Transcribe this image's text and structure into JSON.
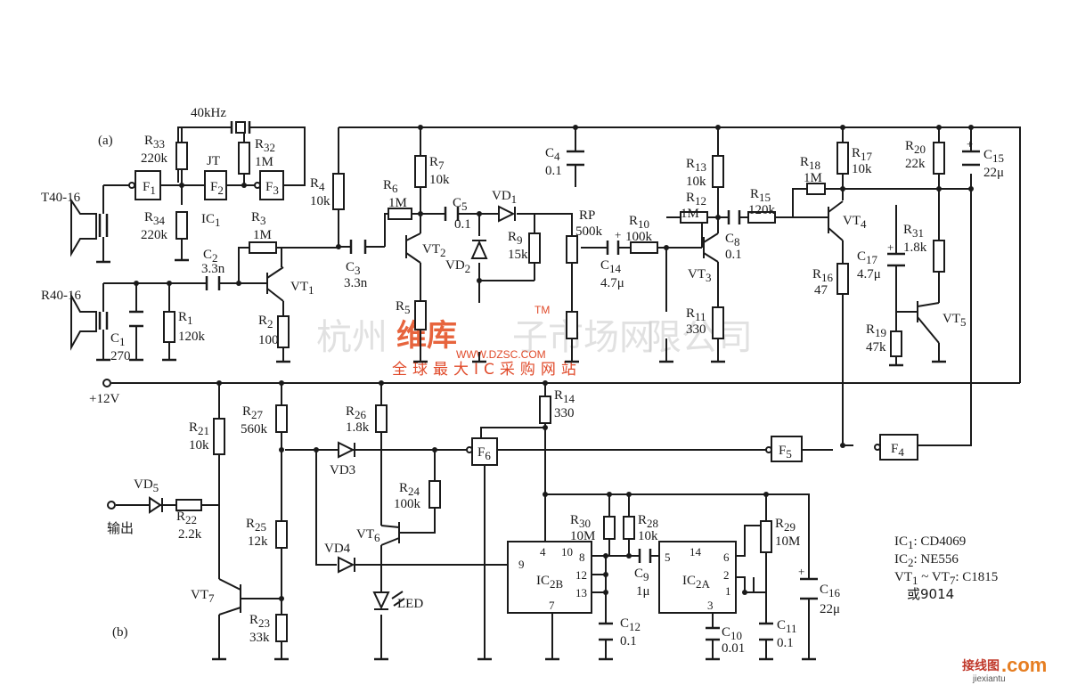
{
  "figure": {
    "part_a": "(a)",
    "part_b": "(b)",
    "supply": "+12V",
    "output": "输出"
  },
  "components": {
    "T40": "T40-16",
    "R40": "R40-16",
    "crystal": {
      "name": "JT",
      "freq": "40kHz"
    },
    "F1": "F",
    "F1s": "1",
    "F2": "F",
    "F2s": "2",
    "F3": "F",
    "F3s": "3",
    "F4": "F",
    "F4s": "4",
    "F5": "F",
    "F5s": "5",
    "F6": "F",
    "F6s": "6",
    "IC1": "IC",
    "IC1s": "1",
    "R33": {
      "name": "R",
      "sub": "33",
      "value": "220k"
    },
    "R34": {
      "name": "R",
      "sub": "34",
      "value": "220k"
    },
    "R32": {
      "name": "R",
      "sub": "32",
      "value": "1M"
    },
    "R1": {
      "name": "R",
      "sub": "1",
      "value": "120k"
    },
    "C1": {
      "name": "C",
      "sub": "1",
      "value": "270"
    },
    "C2": {
      "name": "C",
      "sub": "2",
      "value": "3.3n"
    },
    "R3": {
      "name": "R",
      "sub": "3",
      "value": "1M"
    },
    "R2": {
      "name": "R",
      "sub": "2",
      "value": "100"
    },
    "VT1": {
      "name": "VT",
      "sub": "1"
    },
    "R4": {
      "name": "R",
      "sub": "4",
      "value": "10k"
    },
    "C3": {
      "name": "C",
      "sub": "3",
      "value": "3.3n"
    },
    "R6": {
      "name": "R",
      "sub": "6",
      "value": "1M"
    },
    "R7": {
      "name": "R",
      "sub": "7",
      "value": "10k"
    },
    "VT2": {
      "name": "VT",
      "sub": "2"
    },
    "R5": {
      "name": "R",
      "sub": "5"
    },
    "C5": {
      "name": "C",
      "sub": "5",
      "value": "0.1"
    },
    "VD1": {
      "name": "VD",
      "sub": "1"
    },
    "VD2": {
      "name": "VD",
      "sub": "2"
    },
    "R9": {
      "name": "R",
      "sub": "9",
      "value": "15k"
    },
    "C4": {
      "name": "C",
      "sub": "4",
      "value": "0.1"
    },
    "RP": {
      "name": "RP",
      "value": "500k"
    },
    "R10": {
      "name": "R",
      "sub": "10",
      "value": "100k"
    },
    "C14": {
      "name": "C",
      "sub": "14",
      "value": "4.7μ"
    },
    "R13": {
      "name": "R",
      "sub": "13",
      "value": "10k"
    },
    "R12": {
      "name": "R",
      "sub": "12",
      "value": "1M"
    },
    "VT3": {
      "name": "VT",
      "sub": "3"
    },
    "R11": {
      "name": "R",
      "sub": "11",
      "value": "330"
    },
    "C8": {
      "name": "C",
      "sub": "8",
      "value": "0.1"
    },
    "R15": {
      "name": "R",
      "sub": "15",
      "value": "120k"
    },
    "R18": {
      "name": "R",
      "sub": "18",
      "value": "1M"
    },
    "R17": {
      "name": "R",
      "sub": "17",
      "value": "10k"
    },
    "VT4": {
      "name": "VT",
      "sub": "4"
    },
    "R16": {
      "name": "R",
      "sub": "16",
      "value": "47"
    },
    "C17": {
      "name": "C",
      "sub": "17",
      "value": "4.7μ"
    },
    "R19": {
      "name": "R",
      "sub": "19",
      "value": "47k"
    },
    "R20": {
      "name": "R",
      "sub": "20",
      "value": "22k"
    },
    "C15": {
      "name": "C",
      "sub": "15",
      "value": "22μ"
    },
    "R31": {
      "name": "R",
      "sub": "31",
      "value": "1.8k"
    },
    "VT5": {
      "name": "VT",
      "sub": "5"
    },
    "R14": {
      "name": "R",
      "sub": "14",
      "value": "330"
    },
    "R21": {
      "name": "R",
      "sub": "21",
      "value": "10k"
    },
    "VD5": {
      "name": "VD",
      "sub": "5"
    },
    "R22": {
      "name": "R",
      "sub": "22",
      "value": "2.2k"
    },
    "VT7": {
      "name": "VT",
      "sub": "7"
    },
    "R23": {
      "name": "R",
      "sub": "23",
      "value": "33k"
    },
    "R27": {
      "name": "R",
      "sub": "27",
      "value": "560k"
    },
    "R25": {
      "name": "R",
      "sub": "25",
      "value": "12k"
    },
    "VD3": "VD3",
    "VD4": "VD4",
    "R26": {
      "name": "R",
      "sub": "26",
      "value": "1.8k"
    },
    "R24": {
      "name": "R",
      "sub": "24",
      "value": "100k"
    },
    "VT6": {
      "name": "VT",
      "sub": "6"
    },
    "LED": "LED",
    "IC2B": {
      "name": "IC",
      "sub": "2B"
    },
    "IC2A": {
      "name": "IC",
      "sub": "2A"
    },
    "R30": {
      "name": "R",
      "sub": "30",
      "value": "10M"
    },
    "R28": {
      "name": "R",
      "sub": "28",
      "value": "10k"
    },
    "C9": {
      "name": "C",
      "sub": "9",
      "value": "1μ"
    },
    "C12": {
      "name": "C",
      "sub": "12",
      "value": "0.1"
    },
    "C10": {
      "name": "C",
      "sub": "10",
      "value": "0.01"
    },
    "R29": {
      "name": "R",
      "sub": "29",
      "value": "10M"
    },
    "C11": {
      "name": "C",
      "sub": "11",
      "value": "0.1"
    },
    "C16": {
      "name": "C",
      "sub": "16",
      "value": "22μ"
    }
  },
  "pins": {
    "ic2b": {
      "p4": "4",
      "p10": "10",
      "p8": "8",
      "p12": "12",
      "p13": "13",
      "p9": "9",
      "p7": "7"
    },
    "ic2a": {
      "p14": "14",
      "p5": "5",
      "p6": "6",
      "p2": "2",
      "p1": "1",
      "p3": "3"
    }
  },
  "legend": {
    "ic1": "IC",
    "ic1s": "1",
    "ic1v": ": CD4069",
    "ic2": "IC",
    "ic2s": "2",
    "ic2v": ": NE556",
    "vt": "VT",
    "vt1s": "1",
    "tilde": " ~ VT",
    "vt7s": "7",
    "vtv": ": C1815",
    "alt": "或9014"
  },
  "watermark": {
    "company_left": "杭州",
    "logo": "维库",
    "company_right": "子市场网",
    "company_tail": "限公司",
    "tagline": "全球最大IC采购网站",
    "url": "WWW.DZSC.COM",
    "tm": "TM"
  },
  "site": {
    "name": "接线图",
    "domain": ".com",
    "sub": "jiexiantu"
  }
}
